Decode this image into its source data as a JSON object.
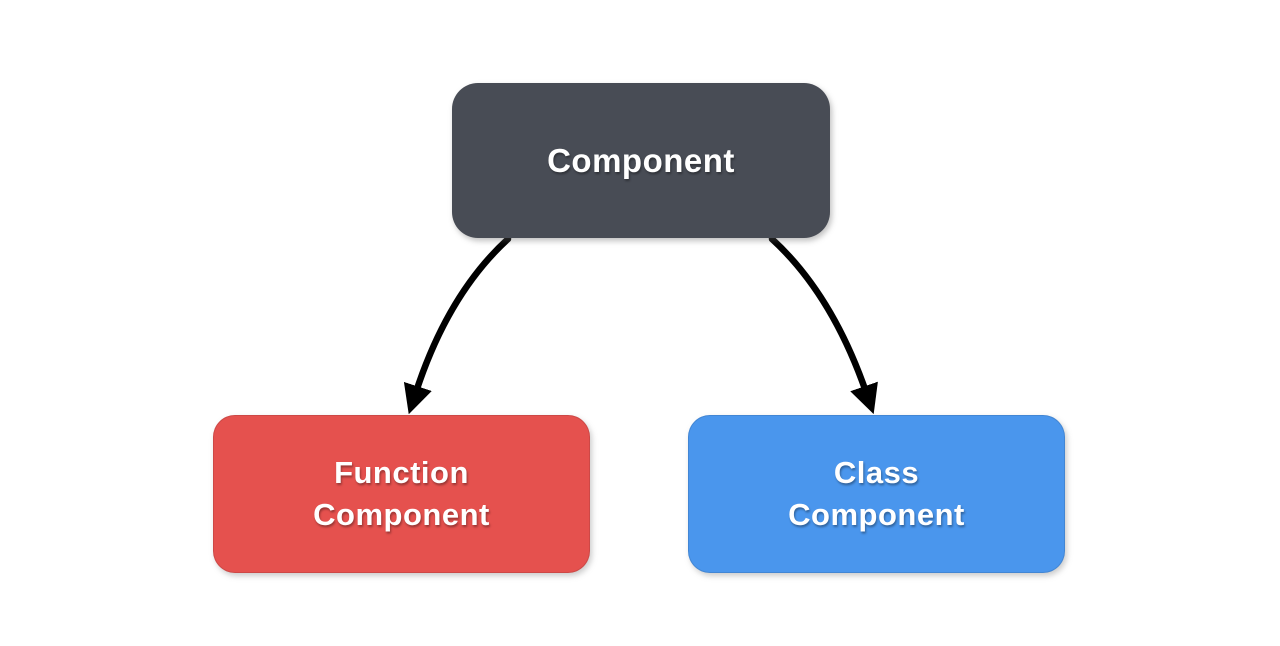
{
  "background_color": "#ffffff",
  "diagram": {
    "arrow_color": "#000000",
    "root": {
      "label": "Component",
      "fill": "#484c55",
      "text_color": "#ffffff"
    },
    "children": [
      {
        "id": "function-component",
        "label_line1": "Function",
        "label_line2": "Component",
        "fill": "#e5514e",
        "text_color": "#ffffff"
      },
      {
        "id": "class-component",
        "label_line1": "Class",
        "label_line2": "Component",
        "fill": "#4a96ed",
        "text_color": "#ffffff"
      }
    ],
    "edges": [
      {
        "from": "Component",
        "to": "Function Component"
      },
      {
        "from": "Component",
        "to": "Class Component"
      }
    ]
  }
}
